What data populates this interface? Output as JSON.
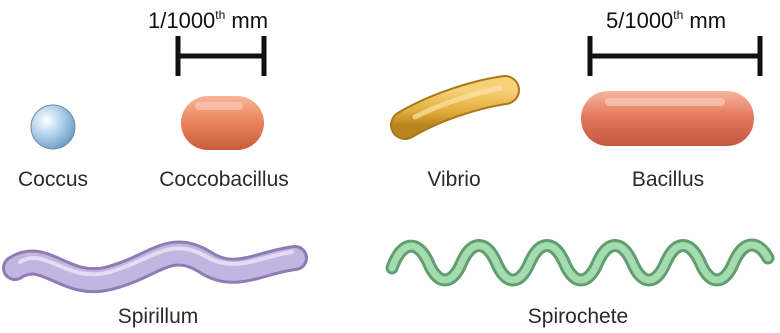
{
  "scale_bars": [
    {
      "num": "1/1000",
      "sup": "th",
      "unit": " mm"
    },
    {
      "num": "5/1000",
      "sup": "th",
      "unit": " mm"
    }
  ],
  "shapes": [
    {
      "name": "Coccus",
      "color": "#9cc4e4"
    },
    {
      "name": "Coccobacillus",
      "color": "#e8825c"
    },
    {
      "name": "Vibrio",
      "color": "#e2ae3c"
    },
    {
      "name": "Bacillus",
      "color": "#e47a60"
    },
    {
      "name": "Spirillum",
      "color": "#b9a8d6"
    },
    {
      "name": "Spirochete",
      "color": "#7fbf8c"
    }
  ]
}
